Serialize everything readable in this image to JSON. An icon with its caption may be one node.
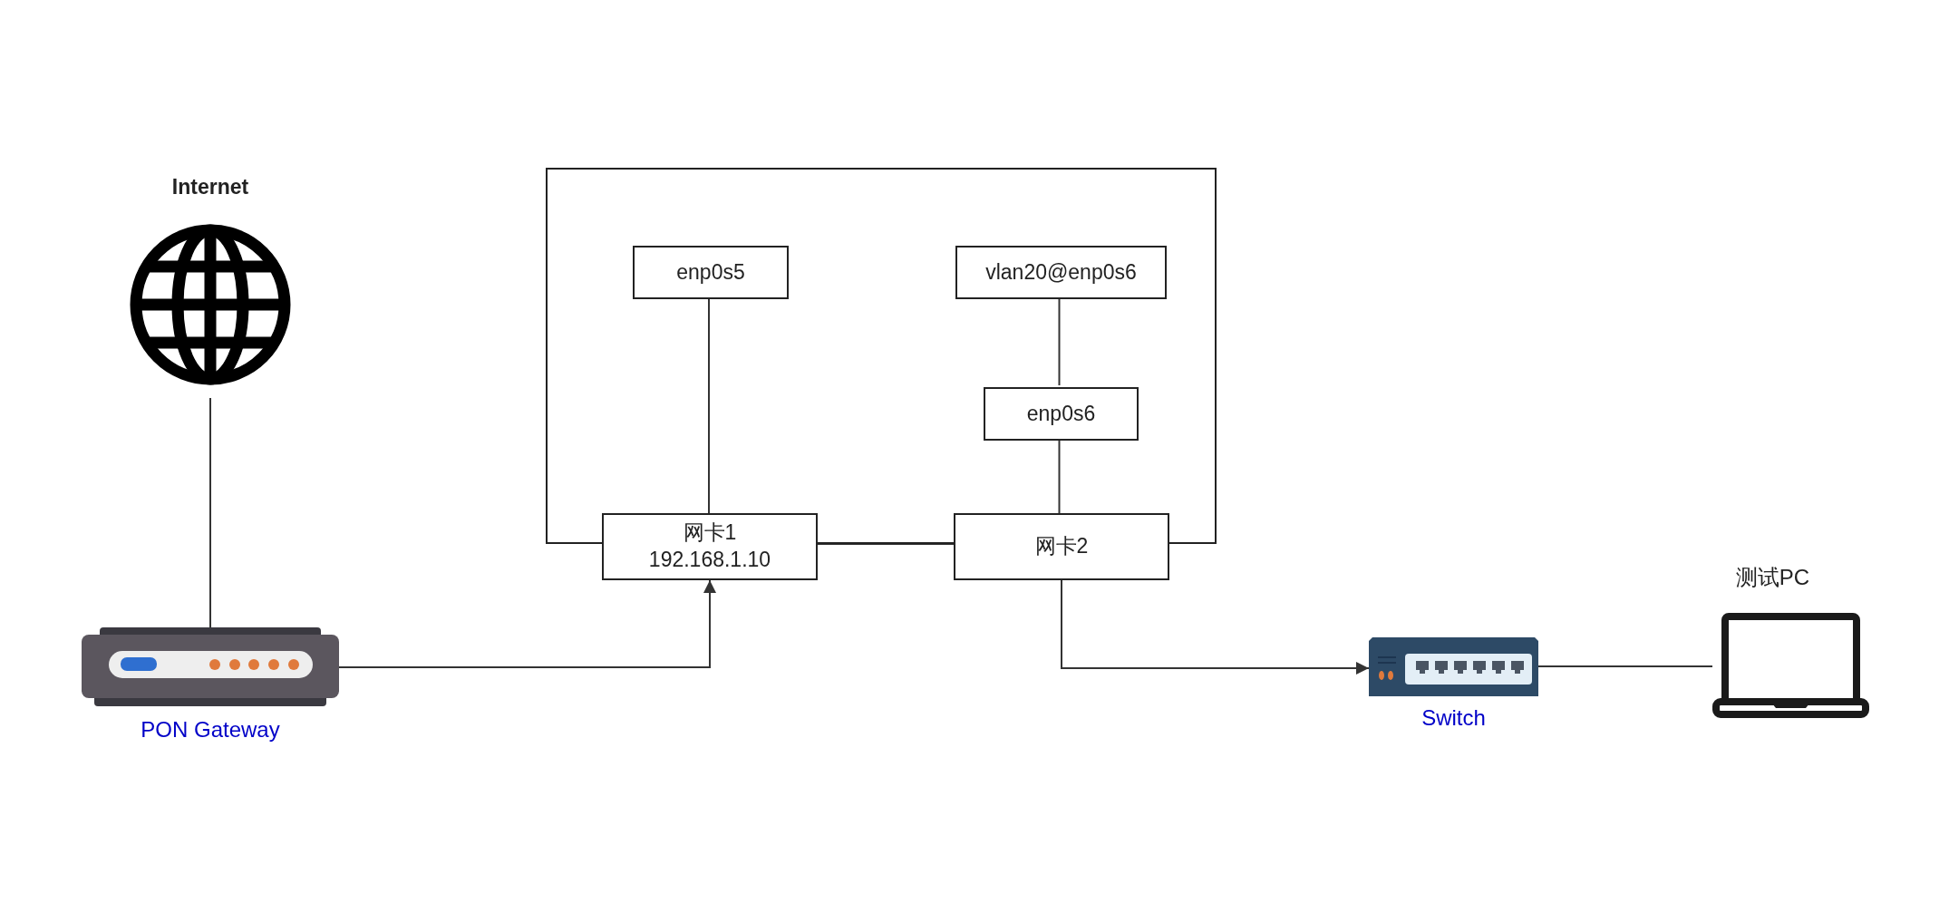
{
  "diagram": {
    "nodes": [
      {
        "text": [
          "Internet"
        ]
      },
      {
        "text": [
          "PON Gateway"
        ]
      },
      {
        "text": [],
        "shape": "box"
      },
      {
        "text": [
          "enp0s5"
        ],
        "in": 2
      },
      {
        "text": [
          "vlan20@enp0s6"
        ],
        "in": 2
      },
      {
        "text": [
          "enp0s6"
        ],
        "in": 2
      },
      {
        "text": [
          "网卡1 192.168.1.10"
        ]
      },
      {
        "text": [
          "网卡2"
        ]
      },
      {
        "text": [
          "Switch"
        ]
      },
      {
        "text": [
          "测试PC"
        ]
      }
    ],
    "edges": [
      {
        "from": 0,
        "to": 1,
        "arrow": "none"
      },
      {
        "from": 1,
        "to": 6,
        "arrow": "to"
      },
      {
        "from": 3,
        "to": 6,
        "arrow": "none"
      },
      {
        "from": 4,
        "to": 5,
        "arrow": "none"
      },
      {
        "from": 5,
        "to": 7,
        "arrow": "none"
      },
      {
        "from": 6,
        "to": 7,
        "arrow": "none"
      },
      {
        "from": 7,
        "to": 8,
        "arrow": "to"
      },
      {
        "from": 8,
        "to": 9,
        "arrow": "none"
      }
    ]
  }
}
